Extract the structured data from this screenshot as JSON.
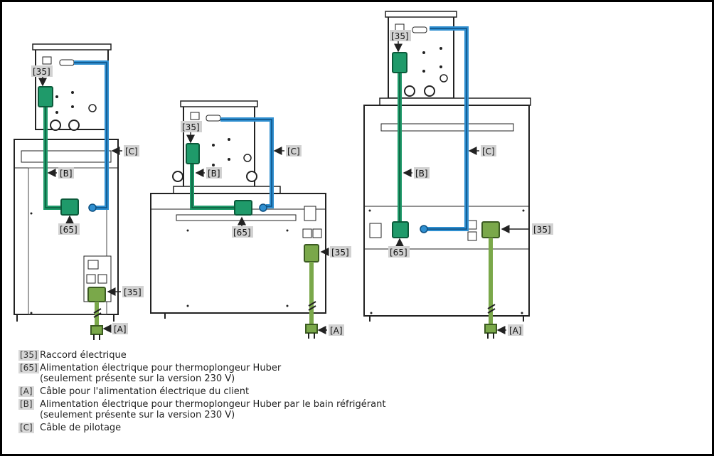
{
  "diagram": {
    "unit1": {
      "labels": {
        "ref35_top": "[35]",
        "refC": "[C]",
        "refB": "[B]",
        "ref65": "[65]",
        "ref35_bottom": "[35]",
        "refA": "[A]"
      }
    },
    "unit2": {
      "labels": {
        "ref35_top": "[35]",
        "refC": "[C]",
        "refB": "[B]",
        "ref65": "[65]",
        "ref35_side": "[35]",
        "refA": "[A]"
      }
    },
    "unit3": {
      "labels": {
        "ref35_top": "[35]",
        "refC": "[C]",
        "refB": "[B]",
        "ref65": "[65]",
        "ref35_side": "[35]",
        "refA": "[A]"
      }
    }
  },
  "legend": [
    {
      "code": "[35]",
      "text": "Raccord électrique"
    },
    {
      "code": "[65]",
      "text": "Alimentation électrique pour thermoplongeur Huber\n(seulement présente sur la version 230 V)"
    },
    {
      "code": "[A]",
      "text": "Câble pour l'alimentation électrique du client"
    },
    {
      "code": "[B]",
      "text": "Alimentation électrique pour thermoplongeur Huber par le bain réfrigérant\n(seulement présente sur la version 230 V)"
    },
    {
      "code": "[C]",
      "text": "Câble de pilotage"
    }
  ],
  "colors": {
    "cable_blue": "#2f8fd0",
    "cable_green": "#1f9a6a",
    "plug_green": "#7aa84a",
    "outline": "#222222"
  }
}
